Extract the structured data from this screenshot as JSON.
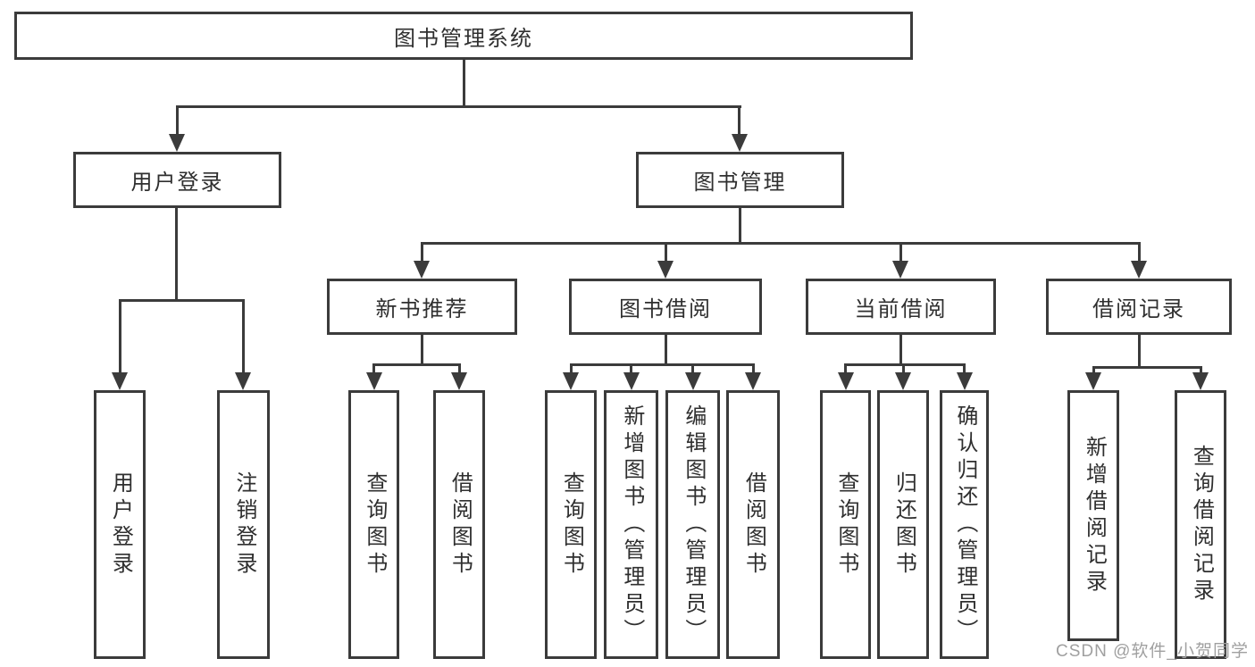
{
  "tree": {
    "root": {
      "label": "图书管理系统",
      "children": [
        {
          "label": "用户登录",
          "children": [
            {
              "label": "用户登录"
            },
            {
              "label": "注销登录"
            }
          ]
        },
        {
          "label": "图书管理",
          "children": [
            {
              "label": "新书推荐",
              "children": [
                {
                  "label": "查询图书"
                },
                {
                  "label": "借阅图书"
                }
              ]
            },
            {
              "label": "图书借阅",
              "children": [
                {
                  "label": "查询图书"
                },
                {
                  "label": "新增图书（管理员）"
                },
                {
                  "label": "编辑图书（管理员）"
                },
                {
                  "label": "借阅图书"
                }
              ]
            },
            {
              "label": "当前借阅",
              "children": [
                {
                  "label": "查询图书"
                },
                {
                  "label": "归还图书"
                },
                {
                  "label": "确认归还（管理员）"
                }
              ]
            },
            {
              "label": "借阅记录",
              "children": [
                {
                  "label": "新增借阅记录"
                },
                {
                  "label": "查询借阅记录"
                }
              ]
            }
          ]
        }
      ]
    }
  },
  "watermark": {
    "text": "CSDN @软件_小贺同学"
  },
  "colors": {
    "line": "#3b3b3b",
    "text": "#2f2f2f",
    "background": "#ffffff",
    "watermark": "#a0a0a0"
  }
}
